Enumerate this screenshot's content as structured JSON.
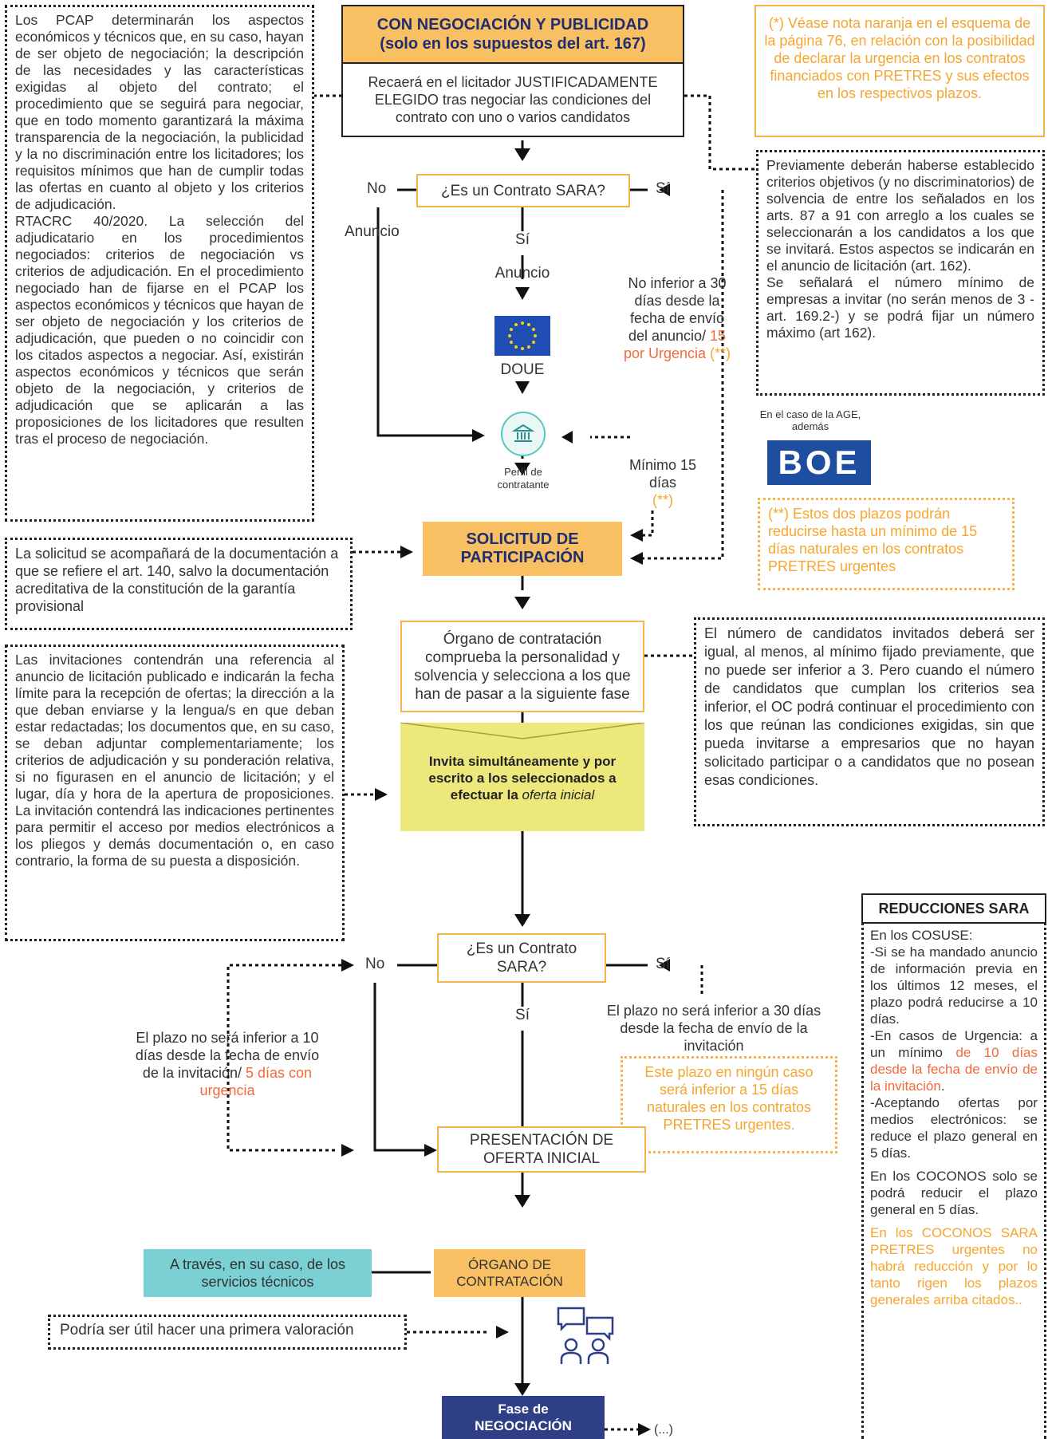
{
  "colors": {
    "accent_orange": "#f9bf63",
    "navy": "#2f3f85",
    "teal": "#7bd0d4",
    "yellow": "#ede87c",
    "red_text": "#f06a3c"
  },
  "top": {
    "title_line1": "CON NEGOCIACIÓN Y PUBLICIDAD",
    "title_line2": "(solo en los supuestos del art. 167)",
    "recaera": "Recaerá en el licitador JUSTIFICADAMENTE ELEGIDO tras negociar las condiciones del contrato con uno o varios candidatos"
  },
  "left_pcap": "Los PCAP determinarán los aspectos económicos y técnicos que, en su caso, hayan de ser objeto de negociación; la descripción de las necesidades y las características exigidas al objeto del contrato; el procedimiento que se seguirá para negociar, que en todo momento garantizará la máxima transparencia de la negociación, la publicidad y la no discriminación entre los licitadores; los requisitos mínimos que han de cumplir todas las ofertas en cuanto al objeto y los criterios de adjudicación.",
  "left_rtacrc": "RTACRC 40/2020. La selección del adjudicatario en los procedimientos negociados: criterios de negociación vs criterios de adjudicación. En el procedimiento negociado han de fijarse en el PCAP los aspectos económicos y técnicos que hayan de ser objeto de negociación y los criterios de adjudicación, que pueden o no coincidir con los citados aspectos a negociar. Así, existirán aspectos económicos y técnicos que serán objeto de la negociación, y criterios de adjudicación que se aplicarán a las proposiciones de los licitadores que resulten tras el proceso de negociación.",
  "note_urgencia": "(*) Véase nota naranja en el esquema de la página 76, en relación con la posibilidad de declarar la urgencia en los contratos financiados con PRETRES y sus efectos en los respectivos plazos.",
  "previamente": "Previamente deberán haberse establecido criterios objetivos (y no discriminatorios) de solvencia de entre los señalados en los arts. 87 a 91 con arreglo a los cuales se seleccionarán a los candidatos a los que se invitará. Estos aspectos se indicarán en el anuncio de licitación (art. 162).",
  "senalara": "Se señalará el número mínimo de empresas a invitar (no serán menos de 3 -art. 169.2-) y se podrá fijar un número máximo (art 162).",
  "sara1": {
    "question": "¿Es un Contrato SARA?",
    "no": "No",
    "si_right": "Sí",
    "si_down": "Sí",
    "anuncio_left": "Anuncio",
    "anuncio_center": "Anuncio"
  },
  "doue": "DOUE",
  "perfil": "Perfil de contratante",
  "plazo30_a": "No inferior a 30 días desde la fecha de envío del anuncio/",
  "plazo30_b": "15 por Urgencia",
  "plazo30_c": "(**)",
  "minimo15_a": "Mínimo 15 días",
  "minimo15_b": "(**)",
  "age_label": "En el caso de la AGE, además",
  "boe_logo": "BOE",
  "note_15dias": "(**) Estos dos plazos podrán reducirse hasta un mínimo de 15 días naturales en los contratos PRETRES urgentes",
  "solicitud": "SOLICITUD DE PARTICIPACIÓN",
  "solicitud_note": "La solicitud se acompañará de la documentación a que se refiere el art. 140, salvo la documentación acreditativa de la constitución de la garantía provisional",
  "organo_comprueba": "Órgano de contratación comprueba la personalidad y solvencia y selecciona a los que han de pasar a la siguiente fase",
  "numero_candidatos": "El número de candidatos invitados deberá ser igual, al menos, al mínimo fijado previamente, que no puede ser inferior a 3. Pero cuando el número de candidatos que cumplan los criterios sea inferior, el OC podrá continuar el procedimiento con los que reúnan las condiciones exigidas, sin que pueda invitarse a empresarios que no hayan solicitado participar o a candidatos que no posean esas condiciones.",
  "invitaciones_note": "Las invitaciones contendrán una referencia al anuncio de licitación publicado e indicarán la fecha límite para la recepción de ofertas; la dirección a la que deban enviarse y la lengua/s en que deban estar redactadas; los documentos que, en su caso, se deban adjuntar complementariamente; los criterios de adjudicación y su ponderación relativa, si no figurasen en el anuncio de licitación; y el lugar, día y hora de la apertura de proposiciones. La invitación contendrá las indicaciones pertinentes para permitir el acceso por medios electrónicos a los pliegos y demás documentación o, en caso contrario, la forma de su puesta a disposición.",
  "invita": {
    "line1": "Invita simultáneamente y por escrito a los seleccionados a efectuar la",
    "italic": "oferta inicial"
  },
  "sara2": {
    "question": "¿Es un Contrato SARA?",
    "no": "No",
    "si_right": "Sí",
    "si_down": "Sí"
  },
  "plazo10_a": "El plazo no será inferior a 10 días desde la fecha de envío de la invitación/",
  "plazo10_b": "5 días con urgencia",
  "plazo30inv": "El plazo no será inferior a 30 días desde la fecha de envío de la invitación",
  "plazo15_pretres": "Este plazo en ningún caso será inferior a 15 días naturales en los contratos PRETRES urgentes.",
  "presentacion": "PRESENTACIÓN DE OFERTA INICIAL",
  "organo": "ÓRGANO DE CONTRATACIÓN",
  "servicios": "A través, en su caso, de los servicios técnicos",
  "primera_valoracion": "Podría ser útil hacer una primera valoración",
  "fase": "Fase de NEGOCIACIÓN",
  "fase_next": "(...)",
  "reducciones": {
    "title": "REDUCCIONES SARA",
    "cosuse": "En los COSUSE:",
    "p1": "-Si se ha mandado anuncio de información previa en los últimos 12 meses, el plazo podrá reducirse a 10 días.",
    "p2a": "-En casos de Urgencia: a un mínimo",
    "p2b": "de 10 días desde la fecha de envío de la invitación",
    "p2c": ".",
    "p3": "-Aceptando ofertas por medios electrónicos: se reduce el plazo general en 5 días.",
    "coconos": "En los COCONOS solo se podrá reducir el plazo general en 5 días.",
    "pretres": "En los COCONOS SARA PRETRES urgentes no habrá reducción y por lo tanto rigen los plazos generales arriba citados.."
  }
}
